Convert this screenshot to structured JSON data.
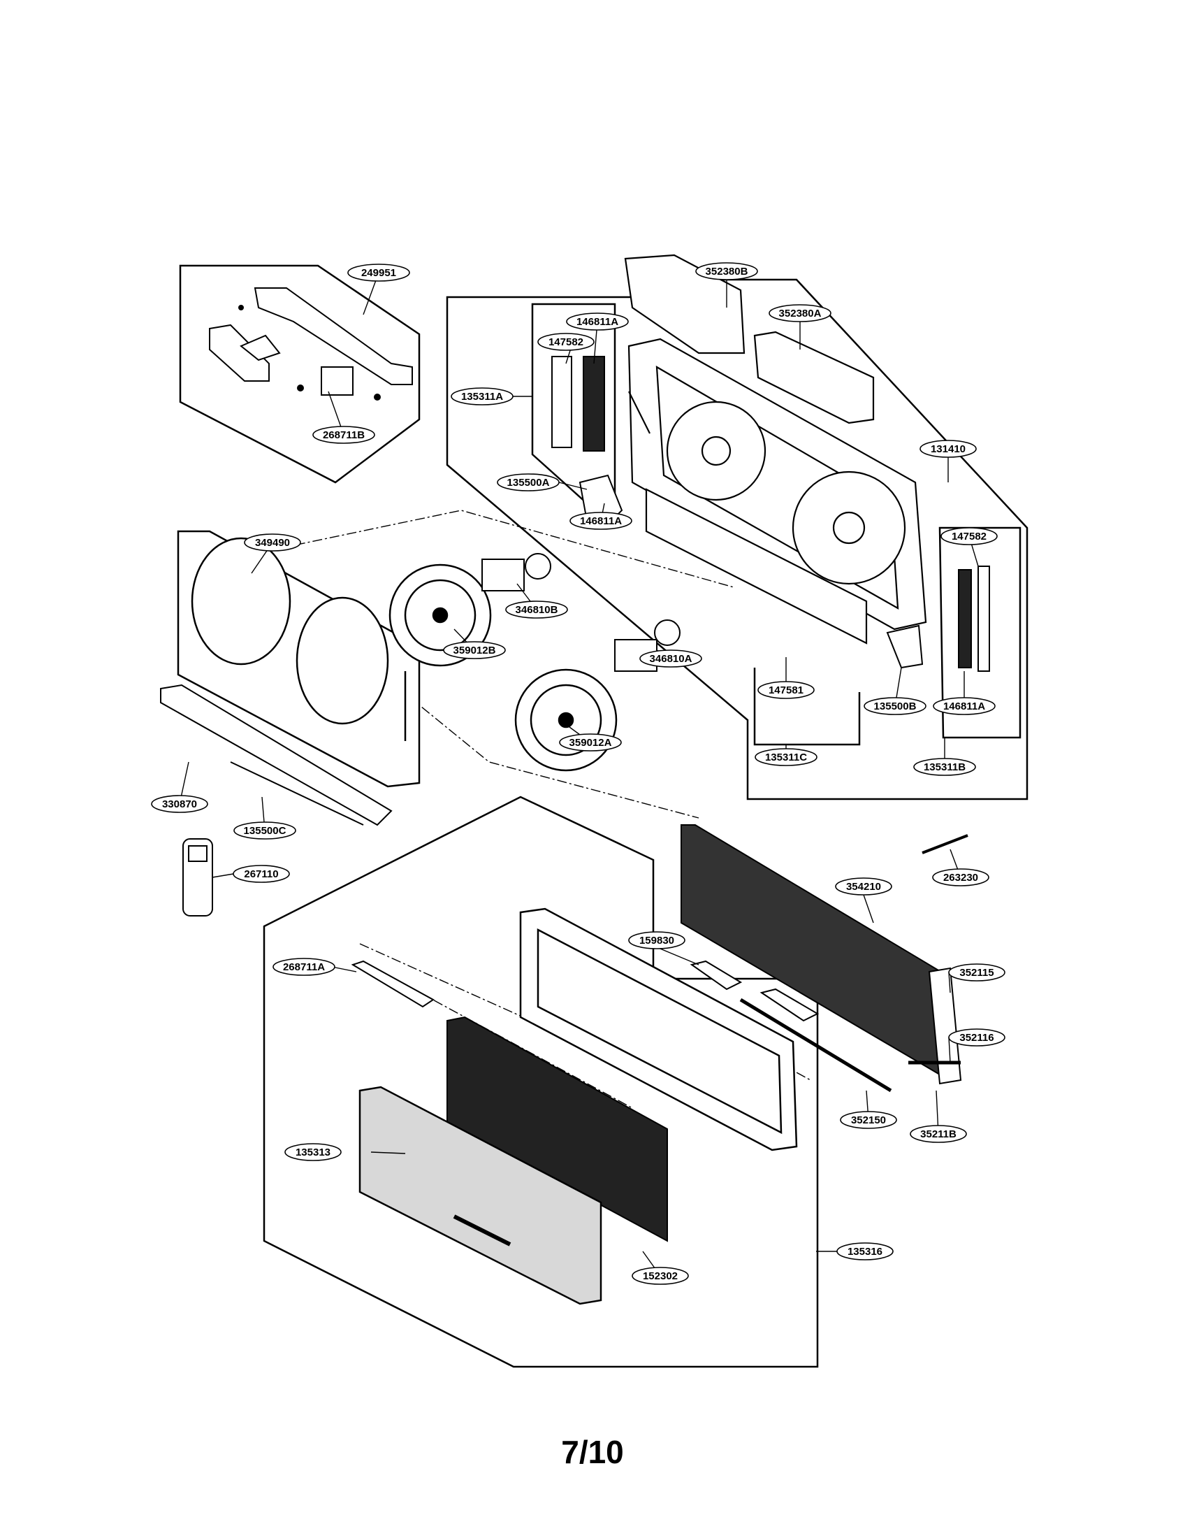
{
  "page_number": "7/10",
  "parts": {
    "p249951": "249951",
    "p268711B": "268711B",
    "p352380B": "352380B",
    "p352380A": "352380A",
    "p146811A_top": "146811A",
    "p147582_left": "147582",
    "p135311A": "135311A",
    "p135500A": "135500A",
    "p146811A_mid": "146811A",
    "p131410": "131410",
    "p147582_right": "147582",
    "p349490": "349490",
    "p346810B": "346810B",
    "p359012B": "359012B",
    "p346810A": "346810A",
    "p147581": "147581",
    "p135500B": "135500B",
    "p146811A_right": "146811A",
    "p359012A": "359012A",
    "p135311C": "135311C",
    "p135311B": "135311B",
    "p330870": "330870",
    "p135500C": "135500C",
    "p267110": "267110",
    "p263230": "263230",
    "p354210": "354210",
    "p159830": "159830",
    "p268711A": "268711A",
    "p352115": "352115",
    "p352116": "352116",
    "p135313": "135313",
    "p352150": "352150",
    "p35211B": "35211B",
    "p135316": "135316",
    "p152302": "152302"
  }
}
